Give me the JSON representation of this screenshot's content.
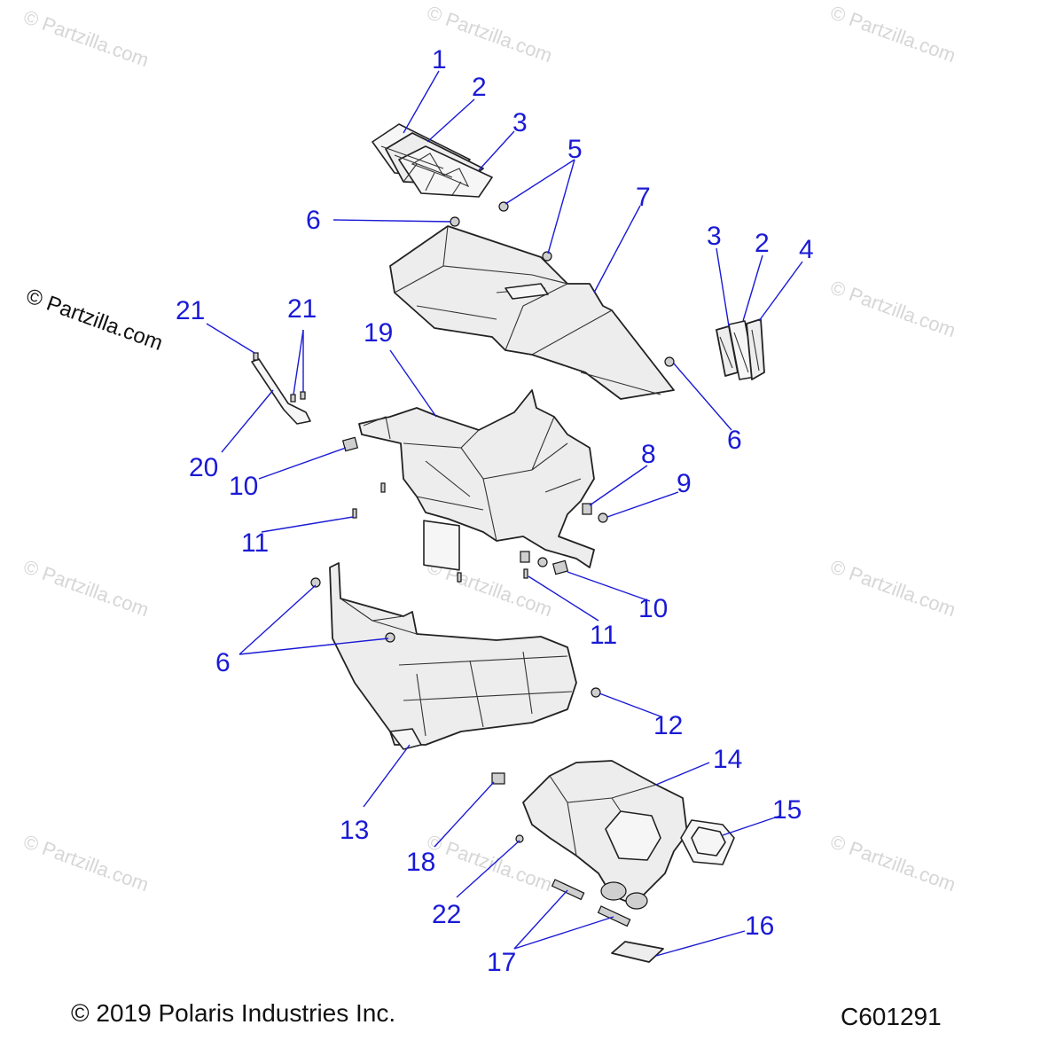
{
  "watermark_text": "© Partzilla.com",
  "brand_text": "© Partzilla.com",
  "copyright": "© 2019 Polaris Industries Inc.",
  "drawing_number": "C601291",
  "callouts": [
    {
      "id": "c1",
      "label": "1"
    },
    {
      "id": "c2",
      "label": "2"
    },
    {
      "id": "c3",
      "label": "3"
    },
    {
      "id": "c5",
      "label": "5"
    },
    {
      "id": "c6a",
      "label": "6"
    },
    {
      "id": "c7",
      "label": "7"
    },
    {
      "id": "c3b",
      "label": "3"
    },
    {
      "id": "c2b",
      "label": "2"
    },
    {
      "id": "c4",
      "label": "4"
    },
    {
      "id": "c6b",
      "label": "6"
    },
    {
      "id": "c21a",
      "label": "21"
    },
    {
      "id": "c21b",
      "label": "21"
    },
    {
      "id": "c19",
      "label": "19"
    },
    {
      "id": "c20",
      "label": "20"
    },
    {
      "id": "c10a",
      "label": "10"
    },
    {
      "id": "c8",
      "label": "8"
    },
    {
      "id": "c9",
      "label": "9"
    },
    {
      "id": "c11a",
      "label": "11"
    },
    {
      "id": "c10b",
      "label": "10"
    },
    {
      "id": "c11b",
      "label": "11"
    },
    {
      "id": "c6c",
      "label": "6"
    },
    {
      "id": "c12",
      "label": "12"
    },
    {
      "id": "c13",
      "label": "13"
    },
    {
      "id": "c14",
      "label": "14"
    },
    {
      "id": "c15",
      "label": "15"
    },
    {
      "id": "c18",
      "label": "18"
    },
    {
      "id": "c22",
      "label": "22"
    },
    {
      "id": "c16",
      "label": "16"
    },
    {
      "id": "c17",
      "label": "17"
    }
  ],
  "colors": {
    "callout": "#1a1ad6",
    "line": "#222222",
    "part_fill": "#ededed",
    "watermark": "#d6d6d6"
  }
}
